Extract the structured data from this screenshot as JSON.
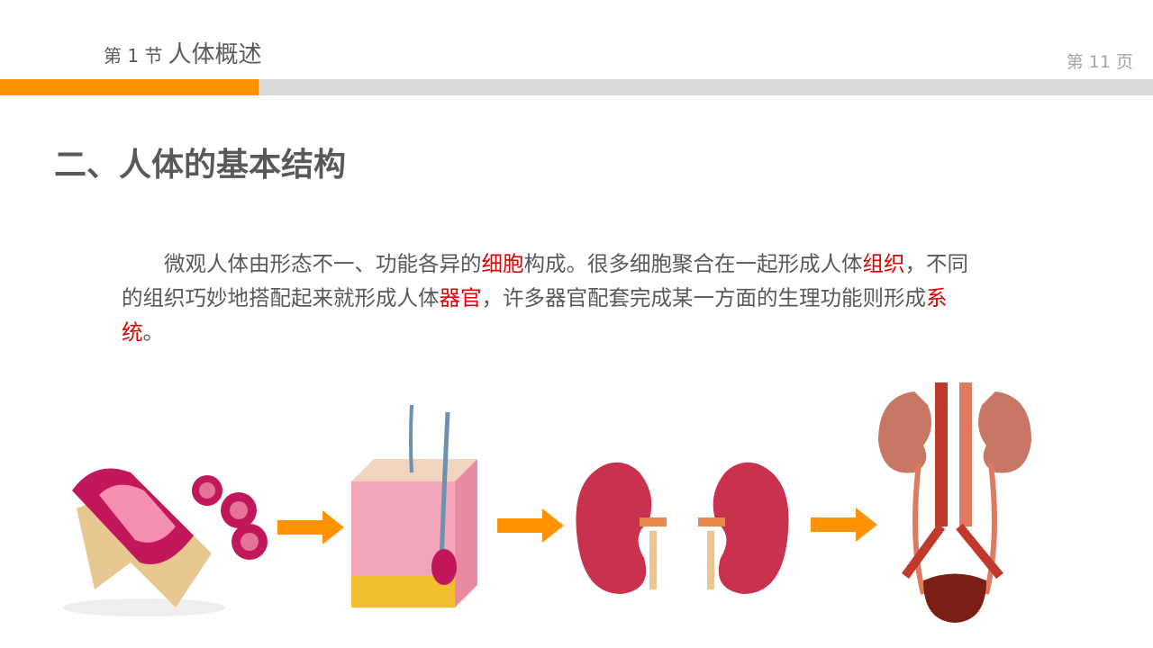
{
  "header": {
    "section_prefix": "第 1 节",
    "section_title": "人体概述",
    "page_label": "第 11 页"
  },
  "progress": {
    "fraction": 0.224,
    "accent": "#ff9200",
    "track": "#d9d9d9"
  },
  "title": "二、人体的基本结构",
  "paragraph": {
    "p1": "微观人体由形态不一、功能各异的",
    "k1": "细胞",
    "p2": "构成。很多细胞聚合在一起形成人体",
    "k2": "组织",
    "p3": "，不同的组织巧妙地搭配起来就形成人体",
    "k3": "器官",
    "p4": "，许多器官配套完成某一方面的生理功能则形成",
    "k4": "系统",
    "p5": "。",
    "highlight": "#e00000"
  },
  "figures": [
    "cell-icon",
    "tissue-icon",
    "organ-icon",
    "system-icon"
  ]
}
